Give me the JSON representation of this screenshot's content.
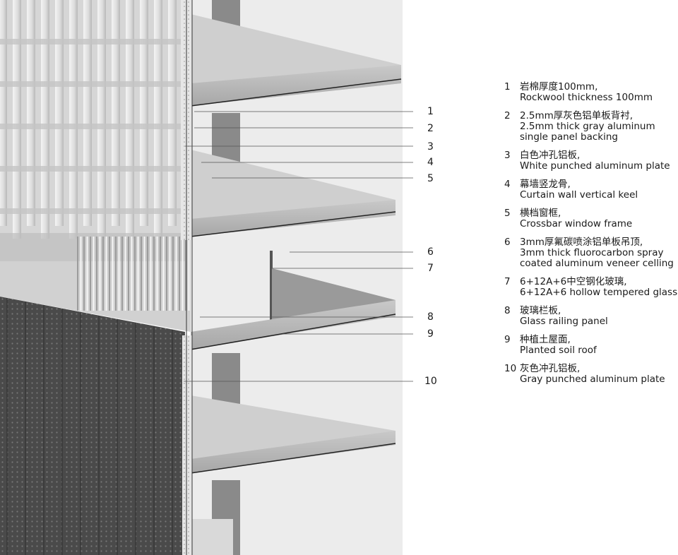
{
  "callouts": [
    {
      "num": "1"
    },
    {
      "num": "2"
    },
    {
      "num": "3"
    },
    {
      "num": "4"
    },
    {
      "num": "5"
    },
    {
      "num": "6"
    },
    {
      "num": "7"
    },
    {
      "num": "8"
    },
    {
      "num": "9"
    },
    {
      "num": "10"
    }
  ],
  "legend": [
    {
      "num": "1",
      "zh": "岩棉厚度100mm,",
      "en": [
        "Rockwool thickness 100mm"
      ]
    },
    {
      "num": "2",
      "zh": "2.5mm厚灰色铝单板背衬,",
      "en": [
        "2.5mm thick gray aluminum",
        "single panel backing"
      ]
    },
    {
      "num": "3",
      "zh": "白色冲孔铝板,",
      "en": [
        "White punched aluminum plate"
      ]
    },
    {
      "num": "4",
      "zh": "幕墙竖龙骨,",
      "en": [
        "Curtain wall vertical keel"
      ]
    },
    {
      "num": "5",
      "zh": "横档窗框,",
      "en": [
        "Crossbar window frame"
      ]
    },
    {
      "num": "6",
      "zh": "3mm厚氟碳喷涂铝单板吊顶,",
      "en": [
        "3mm thick fluorocarbon spray",
        "coated aluminum veneer celling"
      ]
    },
    {
      "num": "7",
      "zh": "6+12A+6中空钢化玻璃,",
      "en": [
        "6+12A+6 hollow tempered glass"
      ]
    },
    {
      "num": "8",
      "zh": "玻璃栏板,",
      "en": [
        "Glass railing panel"
      ]
    },
    {
      "num": "9",
      "zh": "种植土屋面,",
      "en": [
        "Planted soil roof"
      ]
    },
    {
      "num": "10",
      "zh": "灰色冲孔铝板,",
      "en": [
        "Gray punched aluminum plate"
      ]
    }
  ]
}
